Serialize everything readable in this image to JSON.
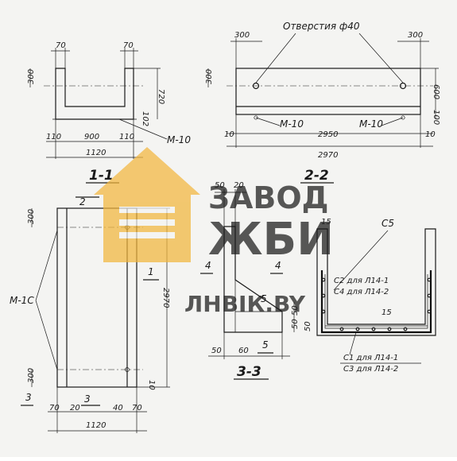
{
  "labels": {
    "holes": "Отверстия ф40",
    "m10": "М-10",
    "m10c": "М-1С",
    "sec_1_1": "1-1",
    "sec_2_2": "2-2",
    "sec_3_3": "3-3",
    "sec_c5": "С5",
    "c2": "С2 для Л14-1",
    "c4": "С4 для Л14-2",
    "c1": "С1 для Л14-1",
    "c3": "С3 для Л14-2",
    "mark_1": "1",
    "mark_2": "2",
    "mark_3": "3",
    "mark_4": "4",
    "mark_5": "5",
    "fifteen": "15"
  },
  "dims": {
    "d70": "70",
    "d300": "300",
    "d720": "720",
    "d102": "102",
    "d110": "110",
    "d900": "900",
    "d1120": "1120",
    "d600": "600",
    "d100": "100",
    "d10": "10",
    "d2950": "2950",
    "d2970": "2970",
    "d50": "50",
    "d20": "20",
    "d60": "60",
    "d40": "40",
    "d2970v": "2970"
  },
  "watermark": {
    "line1": "ЗАВОД",
    "line2": "ЖБИ",
    "line3": "ЛНВІК.BY"
  },
  "colors": {
    "watermark": "#f2b63c",
    "ink": "#1a1a1a"
  }
}
